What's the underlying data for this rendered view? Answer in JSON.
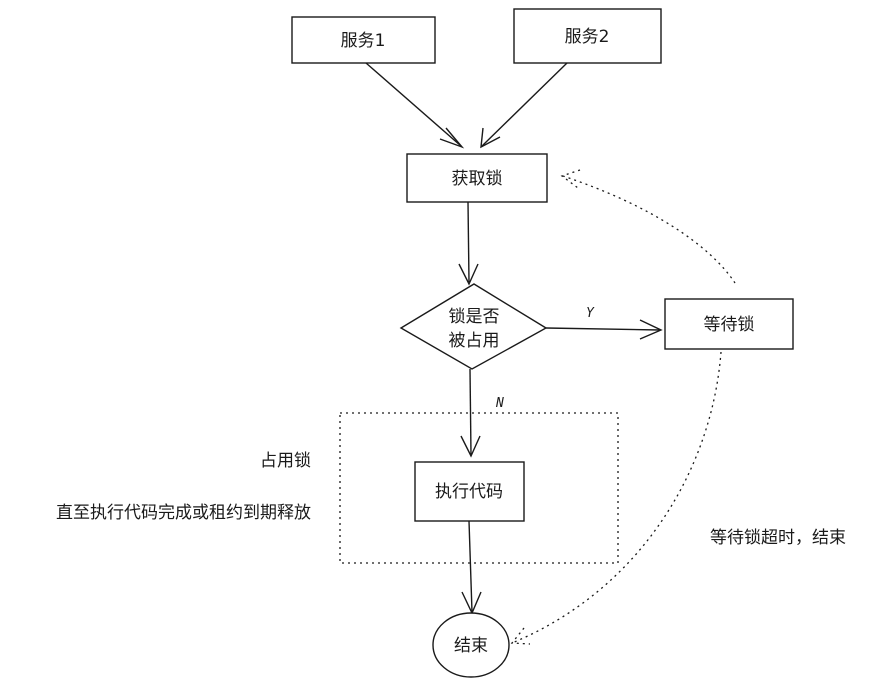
{
  "nodes": {
    "service1": "服务1",
    "service2": "服务2",
    "acquire_lock": "获取锁",
    "decision_line1": "锁是否",
    "decision_line2": "被占用",
    "wait_lock": "等待锁",
    "execute_code": "执行代码",
    "end": "结束"
  },
  "edge_labels": {
    "yes": "Y",
    "no": "N"
  },
  "notes": {
    "occupy_lock": "占用锁",
    "until_done": "直至执行代码完成或租约到期释放",
    "wait_timeout": "等待锁超时，结束"
  }
}
